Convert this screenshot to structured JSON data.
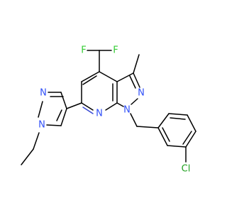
{
  "molecule": {
    "atoms": [
      {
        "id": "F1",
        "label": "F",
        "color": "#33cc33"
      },
      {
        "id": "F2",
        "label": "F",
        "color": "#33cc33"
      },
      {
        "id": "N1",
        "label": "N",
        "color": "#3050f8"
      },
      {
        "id": "N2",
        "label": "N",
        "color": "#3050f8"
      },
      {
        "id": "N3",
        "label": "N",
        "color": "#3050f8"
      },
      {
        "id": "N4",
        "label": "N",
        "color": "#3050f8"
      },
      {
        "id": "N5",
        "label": "N",
        "color": "#3050f8"
      },
      {
        "id": "Cl",
        "label": "Cl",
        "color": "#1fa01f"
      }
    ],
    "bond_color": "#000000"
  }
}
